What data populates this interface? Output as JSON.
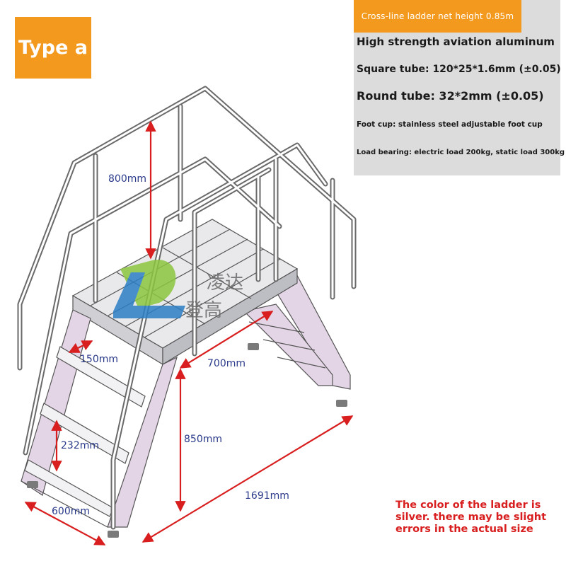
{
  "badge": {
    "label": "Type a"
  },
  "specs": {
    "header": "Cross-line ladder net height 0.85m",
    "lines": [
      "High strength aviation aluminum",
      "Square tube: 120*25*1.6mm (±0.05)",
      "Round tube: 32*2mm (±0.05)",
      "Foot cup: stainless steel adjustable foot cup",
      "Load bearing: electric load 200kg, static load 300kg"
    ]
  },
  "dimensions": {
    "handrail_height": "800mm",
    "step_depth": "150mm",
    "step_rise": "232mm",
    "width": "600mm",
    "platform_length": "700mm",
    "platform_height": "850mm",
    "total_length": "1691mm"
  },
  "watermark": {
    "text_top": "凌达",
    "text_bottom": "登高"
  },
  "note": "The color of the ladder is silver. there may be slight errors in the actual size",
  "colors": {
    "badge": "#f39a1e",
    "header": "#f39a1e",
    "panel": "#dcdcdc",
    "dimension": "#d81e1e",
    "label": "#2a3a8a",
    "side_panel": "#e3d4e6",
    "logo_green": "#8cc63f",
    "logo_blue": "#2b7fc6"
  }
}
